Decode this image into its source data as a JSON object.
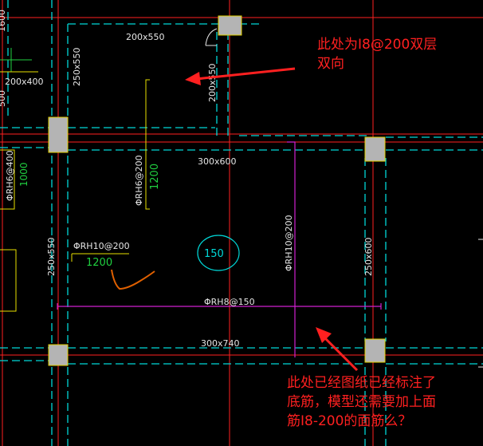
{
  "colors": {
    "background": "#000000",
    "beam_dash": "#00d8d8",
    "axis_red": "#ff2020",
    "column_fill": "#b4b4b4",
    "column_edge": "#e0d000",
    "text_white": "#e6e6e6",
    "rebar_yellow": "#e8e000",
    "rebar_green": "#20d040",
    "magenta": "#d020d0",
    "orange": "#e06000",
    "note_red": "#ff2020"
  },
  "beams": {
    "b1": "200x550",
    "b2": "250x550",
    "b3": "200x400",
    "b4": "200x550",
    "b5": "300x600",
    "b6": "250x550",
    "b7": "250x600",
    "b8": "300x740"
  },
  "rebar": {
    "r1": "ΦRH6@400",
    "r1_len": "1000",
    "r2": "ΦRH6@200",
    "r2_len": "1200",
    "r3": "ΦRH10@200",
    "r3_len": "1200",
    "r4": "ΦRH10@200",
    "r5": "ΦRH8@150"
  },
  "slab_thickness": "150",
  "edge_fragments": {
    "top_left": "1600",
    "left_mid": "500"
  },
  "annotations": {
    "note_top": [
      "此处为I8@200双层",
      "双向"
    ],
    "note_bottom": [
      "此处已经图纸已经标注了",
      "底筋，模型还需要加上面",
      "筋I8-200的面筋么？"
    ]
  }
}
